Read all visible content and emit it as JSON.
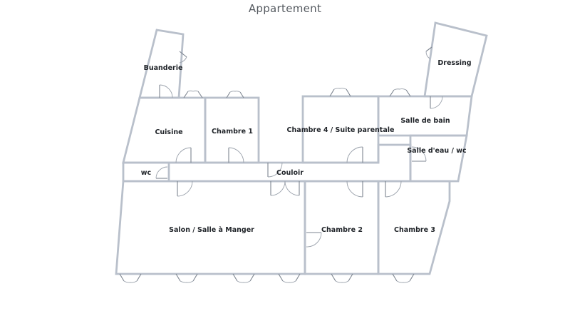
{
  "title": "Appartement",
  "rooms": {
    "buanderie": "Buanderie",
    "cuisine": "Cuisine",
    "chambre1": "Chambre 1",
    "chambre4": "Chambre 4 / Suite parentale",
    "dressing": "Dressing",
    "salle_de_bain": "Salle de bain",
    "salle_deau": "Salle d'eau / wc",
    "wc": "wc",
    "couloir": "Couloir",
    "salon": "Salon / Salle à Manger",
    "chambre2": "Chambre 2",
    "chambre3": "Chambre 3"
  },
  "colors": {
    "wall": "#b9c0cb",
    "door": "#7d8590",
    "text": "#1f2328",
    "title": "#555a60"
  }
}
